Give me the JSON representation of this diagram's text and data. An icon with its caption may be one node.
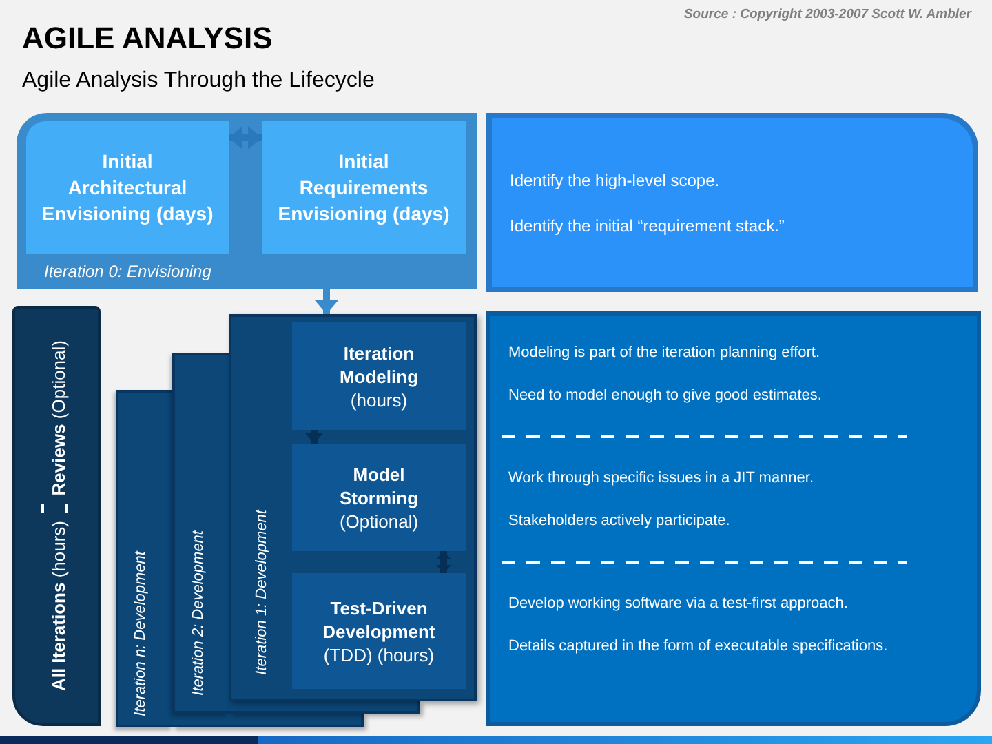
{
  "diagram": {
    "title": "AGILE ANALYSIS",
    "nodes": [
      {
        "text": [
          "Iteration 0: Envisioning"
        ]
      },
      {
        "text": [
          "Initial Architectural Envisioning (days)"
        ],
        "in": 0
      },
      {
        "text": [
          "Initial Requirements Envisioning (days)"
        ],
        "in": 0
      },
      {
        "text": [
          "Identify the high-level scope.",
          "Identify the initial “requirement stack.”"
        ]
      },
      {
        "text": [
          "**All Iterations** (hours)",
          "**Reviews** (Optional)"
        ]
      },
      {
        "text": [
          "Iteration n: Development"
        ]
      },
      {
        "text": [
          "Iteration 2: Development"
        ]
      },
      {
        "text": [
          "Iteration 1: Development"
        ]
      },
      {
        "text": [
          "**Iteration Modeling** (hours)"
        ],
        "in": 7
      },
      {
        "text": [
          "**Model Storming** (Optional)"
        ],
        "in": 7
      },
      {
        "text": [
          "**Test-Driven Development** (TDD) (hours)"
        ],
        "in": 7
      },
      {
        "text": [
          "Modeling is part of the iteration planning effort.",
          "Need to model enough to give good estimates.",
          "Work through specific issues in a JIT manner.",
          "Stakeholders actively participate.",
          "Develop working software via a test-first approach.",
          "Details captured in the form of executable specifications."
        ]
      }
    ],
    "edges": [
      {
        "from": 1,
        "to": 2,
        "arrow": "both",
        "color": "#2a78bd"
      },
      {
        "from": 0,
        "to": 7,
        "arrow": "to",
        "color": "#3a8bcc"
      },
      {
        "from": 8,
        "to": 9,
        "arrow": "to",
        "color": "#062f55"
      },
      {
        "from": 9,
        "to": 10,
        "arrow": "both",
        "color": "#062f55"
      }
    ],
    "labels": [
      "Source : Copyright 2003-2007 Scott W. Ambler",
      "Agile Analysis Through the Lifecycle"
    ]
  }
}
